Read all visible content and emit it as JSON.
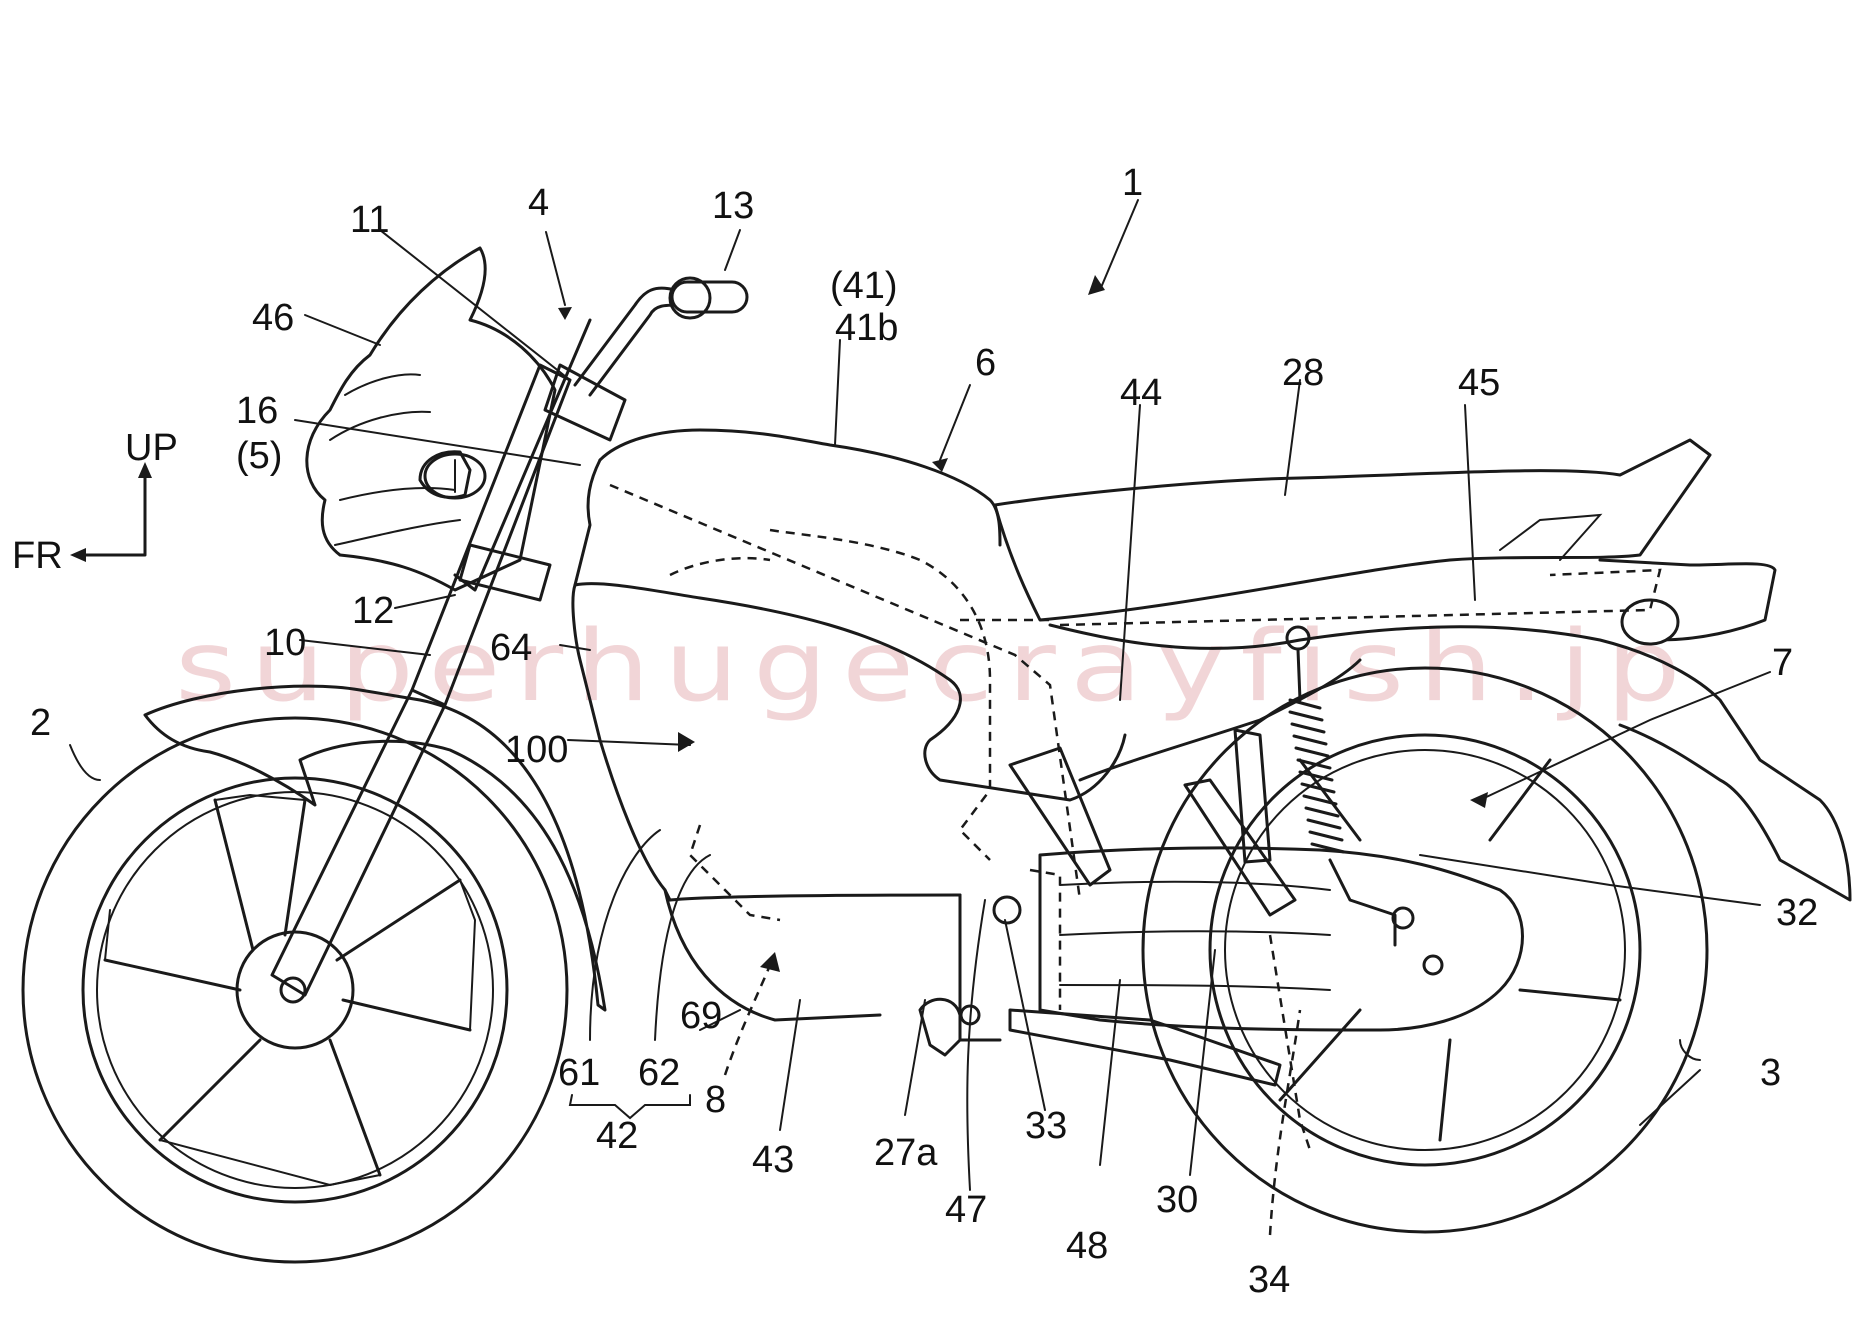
{
  "figure": {
    "watermark": "superhugecrayfish.jp",
    "orientation": {
      "up": "UP",
      "front": "FR"
    },
    "labels": {
      "l1": "1",
      "l2": "2",
      "l3": "3",
      "l4": "4",
      "l5": "(5)",
      "l6": "6",
      "l7": "7",
      "l8": "8",
      "l10": "10",
      "l11": "11",
      "l12": "12",
      "l13": "13",
      "l16": "16",
      "l27a": "27a",
      "l28": "28",
      "l30": "30",
      "l32": "32",
      "l33": "33",
      "l34": "34",
      "l41": "(41)",
      "l41b": "41b",
      "l42": "42",
      "l43": "43",
      "l44": "44",
      "l45": "45",
      "l46": "46",
      "l47": "47",
      "l48": "48",
      "l61": "61",
      "l62": "62",
      "l64": "64",
      "l69": "69",
      "l100": "100"
    }
  }
}
